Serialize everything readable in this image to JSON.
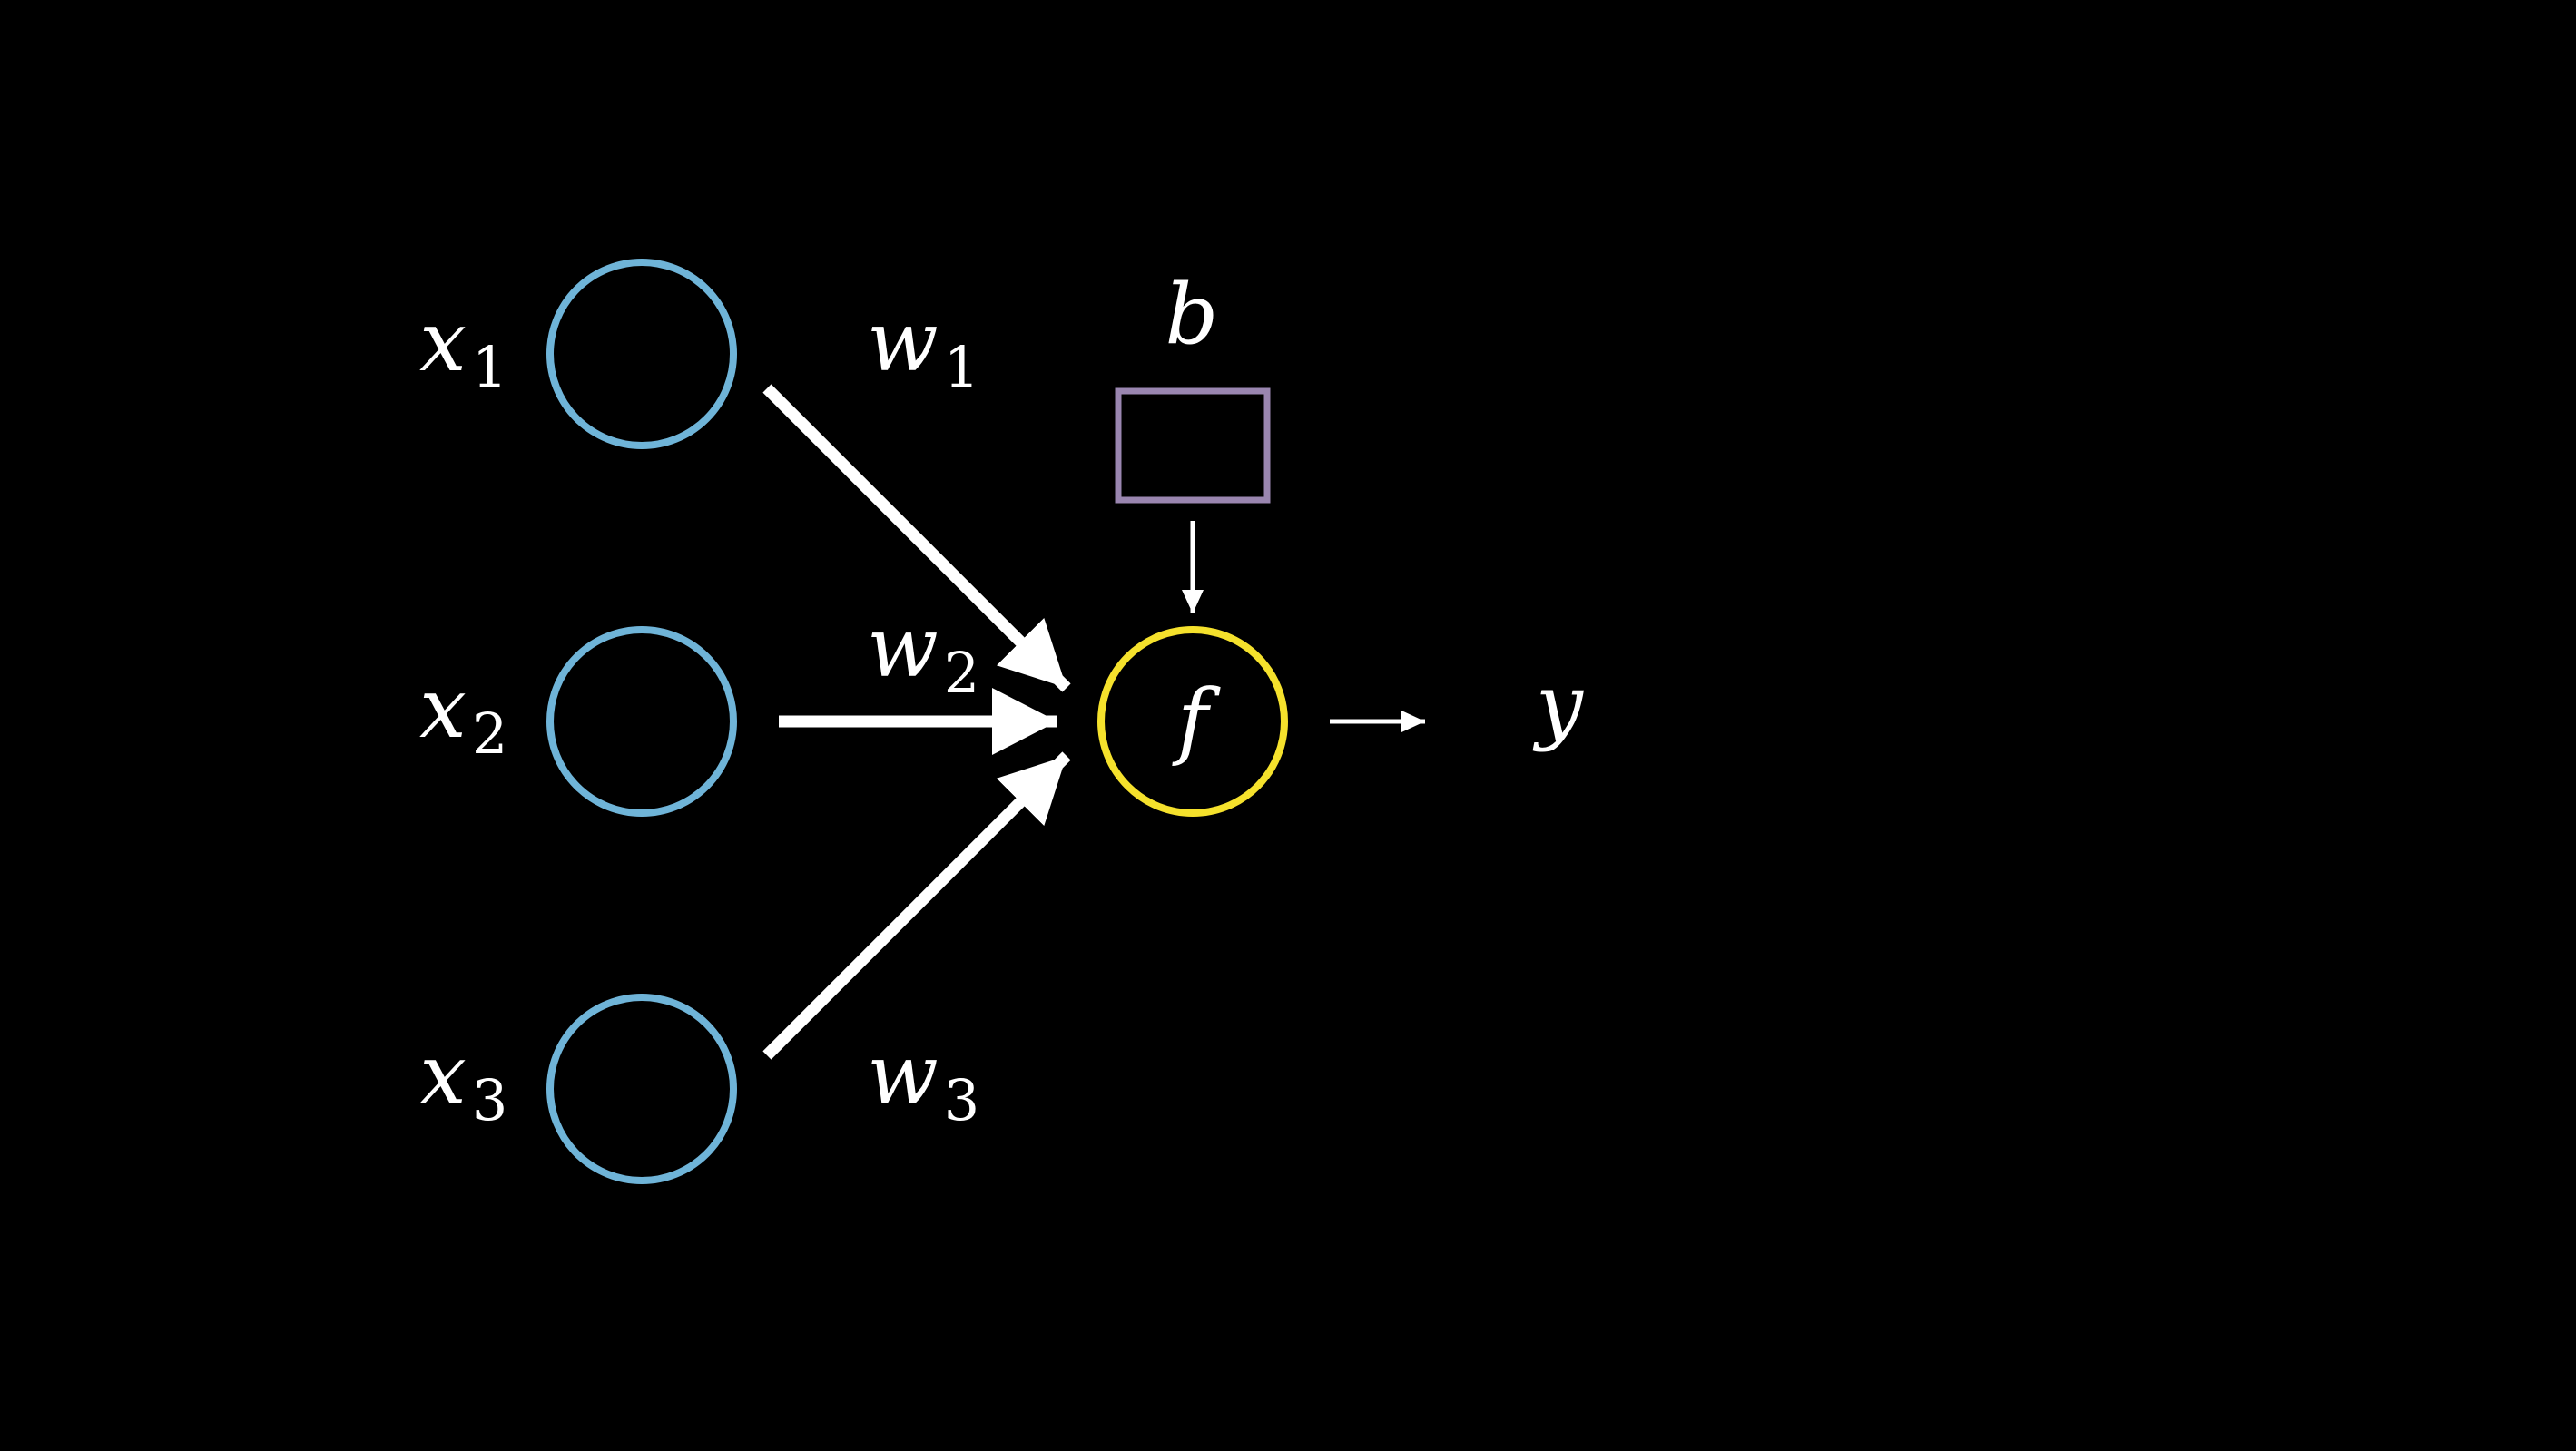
{
  "diagram": {
    "inputs": [
      {
        "symbol": "x",
        "subscript": "1",
        "weight_symbol": "w",
        "weight_subscript": "1"
      },
      {
        "symbol": "x",
        "subscript": "2",
        "weight_symbol": "w",
        "weight_subscript": "2"
      },
      {
        "symbol": "x",
        "subscript": "3",
        "weight_symbol": "w",
        "weight_subscript": "3"
      }
    ],
    "bias_label": "b",
    "activation_label": "f",
    "output_label": "y"
  },
  "colors": {
    "background": "#000000",
    "input_node": "#6fb4d8",
    "bias_box": "#9a86b0",
    "activation_node": "#f5e12c",
    "arrows": "#ffffff",
    "text": "#ffffff"
  }
}
